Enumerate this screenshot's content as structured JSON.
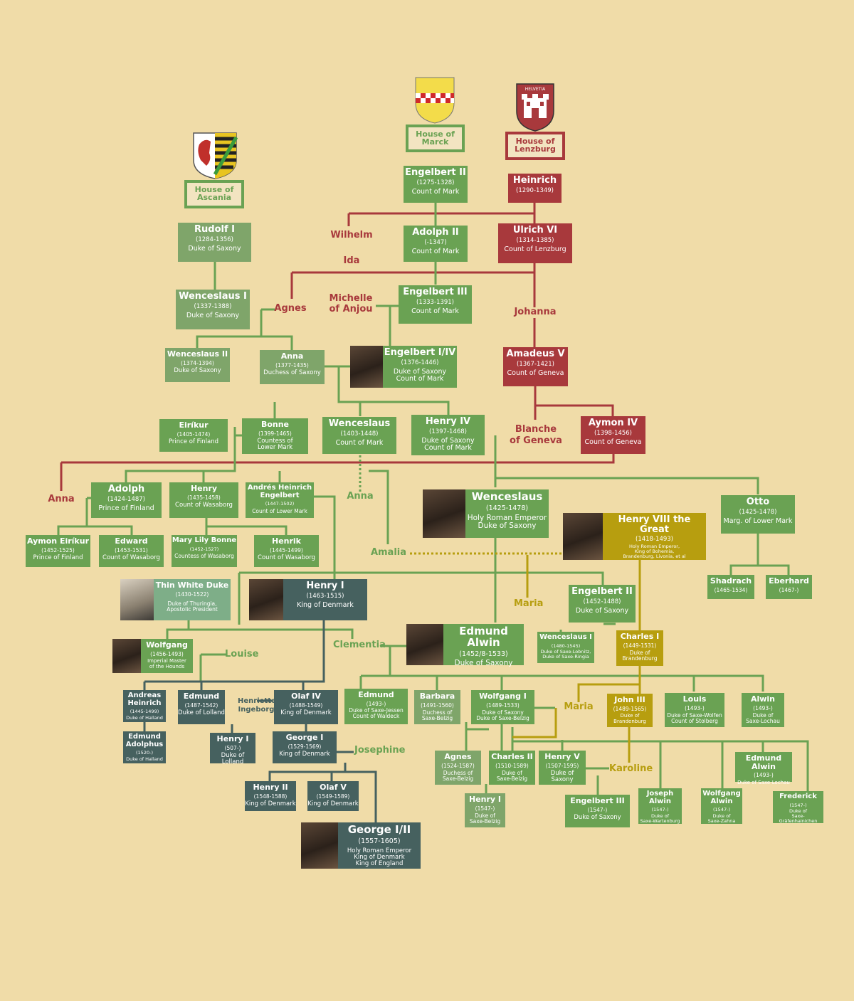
{
  "houses": {
    "ascania": "House of Ascania",
    "marck": "House of Marck",
    "lenzburg": "House of Lenzburg",
    "helvetia": "HELVETIA"
  },
  "people": {
    "engelbert2": {
      "name": "Engelbert II",
      "dates": "(1275-1328)",
      "title": "Count of Mark"
    },
    "heinrich": {
      "name": "Heinrich",
      "dates": "(1290-1349)",
      "title": ""
    },
    "rudolf1": {
      "name": "Rudolf I",
      "dates": "(1284-1356)",
      "title": "Duke of Saxony"
    },
    "adolph2": {
      "name": "Adolph II",
      "dates": "(-1347)",
      "title": "Count of Mark"
    },
    "ulrich6": {
      "name": "Ulrich VI",
      "dates": "(1314-1385)",
      "title": "Count of Lenzburg"
    },
    "wenceslaus1": {
      "name": "Wenceslaus I",
      "dates": "(1337-1388)",
      "title": "Duke of Saxony"
    },
    "engelbert3": {
      "name": "Engelbert III",
      "dates": "(1333-1391)",
      "title": "Count of Mark"
    },
    "wenceslaus2": {
      "name": "Wenceslaus II",
      "dates": "(1374-1394)",
      "title": "Duke of Saxony"
    },
    "anna1377": {
      "name": "Anna",
      "dates": "(1377-1435)",
      "title": "Duchess of Saxony"
    },
    "engelbert14": {
      "name": "Engelbert I/IV",
      "dates": "(1376-1446)",
      "title": "Duke of Saxony",
      "title2": "Count of Mark"
    },
    "amadeus5": {
      "name": "Amadeus V",
      "dates": "(1367-1421)",
      "title": "Count of Geneva"
    },
    "eirikur": {
      "name": "Eiríkur",
      "dates": "(1405-1474)",
      "title": "Prince of Finland"
    },
    "bonne": {
      "name": "Bonne",
      "dates": "(1399-1465)",
      "title": "Countess of",
      "title2": "Lower Mark"
    },
    "wenceslaus1403": {
      "name": "Wenceslaus",
      "dates": "(1403-1448)",
      "title": "Count of Mark"
    },
    "henry4": {
      "name": "Henry IV",
      "dates": "(1397-1468)",
      "title": "Duke of Saxony",
      "title2": "Count of Mark"
    },
    "aymon4": {
      "name": "Aymon IV",
      "dates": "(1398-1456)",
      "title": "Count of Geneva"
    },
    "adolph": {
      "name": "Adolph",
      "dates": "(1424-1487)",
      "title": "Prince of Finland"
    },
    "henry1435": {
      "name": "Henry",
      "dates": "(1435-1458)",
      "title": "Count of Wasaborg"
    },
    "andres": {
      "name": "Andrés Heinrich",
      "name2": "Engelbert",
      "dates": "(1447-1502)",
      "title": "Count of Lower Mark"
    },
    "wenceslaus1425": {
      "name": "Wenceslaus",
      "dates": "(1425-1478)",
      "title": "Holy Roman Emperor",
      "title2": "Duke of Saxony"
    },
    "otto": {
      "name": "Otto",
      "dates": "(1425-1478)",
      "title": "Marg. of Lower Mark"
    },
    "henry8": {
      "name": "Henry VIII the Great",
      "dates": "(1418-1493)",
      "title": "Holy Roman Emperor,",
      "title2": "King of Bohemia,",
      "title3": "Brandenburg, Livonia, et al"
    },
    "aymoneirikur": {
      "name": "Aymon Eiríkur",
      "dates": "(1452-1525)",
      "title": "Prince of Finland"
    },
    "edward": {
      "name": "Edward",
      "dates": "(1453-1531)",
      "title": "Count of Wasaborg"
    },
    "marylily": {
      "name": "Mary Lily Bonne",
      "dates": "(1452-1527)",
      "title": "Countess of Wasaborg"
    },
    "henrik": {
      "name": "Henrik",
      "dates": "(1445-1499)",
      "title": "Count of Wasaborg"
    },
    "shadrach": {
      "name": "Shadrach",
      "dates": "(1465-1534)"
    },
    "eberhard": {
      "name": "Eberhard",
      "dates": "(1467-)"
    },
    "thinwhite": {
      "name": "Thin White Duke",
      "dates": "(1430-1522)",
      "title": "Duke of Thuringia,",
      "title2": "Apostolic President"
    },
    "henry1": {
      "name": "Henry I",
      "dates": "(1463-1515)",
      "title": "King of Denmark"
    },
    "engelbert2b": {
      "name": "Engelbert II",
      "dates": "(1452-1488)",
      "title": "Duke of Saxony"
    },
    "edmundalwin": {
      "name": "Edmund Alwin",
      "dates": "(1452/8-1533)",
      "title": "Duke of Saxony"
    },
    "wenceslaus1b": {
      "name": "Wenceslaus I",
      "dates": "(1480-1545)",
      "title": "Duke of Saxe-Lobnitz,",
      "title2": "Duke of Saxe-Ringia"
    },
    "charles1": {
      "name": "Charles I",
      "dates": "(1449-1531)",
      "title": "Duke of",
      "title2": "Brandenburg"
    },
    "wolfgang": {
      "name": "Wolfgang",
      "dates": "(1456-1493)",
      "title": "Imperial Master",
      "title2": "of the Hounds"
    },
    "andresh": {
      "name": "Andreas",
      "name2": "Heinrich",
      "dates": "(1445-1499)",
      "title": "Duke of Halland"
    },
    "edmund1487": {
      "name": "Edmund",
      "dates": "(1487-1542)",
      "title": "Duke of Lolland"
    },
    "olaf4": {
      "name": "Olaf IV",
      "dates": "(1488-1549)",
      "title": "King of Denmark"
    },
    "edmund1493": {
      "name": "Edmund",
      "dates": "(1493-)",
      "title": "Duke of Saxe-Jessen",
      "title2": "Count of Waldeck"
    },
    "barbara": {
      "name": "Barbara",
      "dates": "(1491-1560)",
      "title": "Duchess of",
      "title2": "Saxe-Belzig"
    },
    "wolfgang1": {
      "name": "Wolfgang I",
      "dates": "(1489-1533)",
      "title": "Duke of Saxony",
      "title2": "Duke of Saxe-Belzig"
    },
    "john3": {
      "name": "John III",
      "dates": "(1489-1565)",
      "title": "Duke of",
      "title2": "Brandenburg"
    },
    "louis": {
      "name": "Louis",
      "dates": "(1493-)",
      "title": "Duke of Saxe-Wolfen",
      "title2": "Count of Stolberg"
    },
    "alwin": {
      "name": "Alwin",
      "dates": "(1493-)",
      "title": "Duke of",
      "title2": "Saxe-Lochau"
    },
    "edmundadolphus": {
      "name": "Edmund",
      "name2": "Adolphus",
      "dates": "(1520-)",
      "title": "Duke of Halland"
    },
    "henry507": {
      "name": "Henry I",
      "dates": "(507-)",
      "title": "Duke of Lolland"
    },
    "george1": {
      "name": "George I",
      "dates": "(1529-1569)",
      "title": "King of Denmark"
    },
    "agnes": {
      "name": "Agnes",
      "dates": "(1524-1587)",
      "title": "Duchess of",
      "title2": "Saxe-Belzig"
    },
    "charles2": {
      "name": "Charles II",
      "dates": "(1510-1589)",
      "title": "Duke of",
      "title2": "Saxe-Belzig"
    },
    "henry5": {
      "name": "Henry V",
      "dates": "(1507-1595)",
      "title": "Duke of Saxony"
    },
    "edmundalwin2": {
      "name": "Edmund Alwin",
      "dates": "(1493-)",
      "title": "Duke of Saxe-Lochau"
    },
    "henry1547": {
      "name": "Henry I",
      "dates": "(1547-)",
      "title": "Duke of",
      "title2": "Saxe-Belzig"
    },
    "engelbert3b": {
      "name": "Engelbert III",
      "dates": "(1547-)",
      "title": "Duke of Saxony"
    },
    "josephalwin": {
      "name": "Joseph",
      "name2": "Alwin",
      "dates": "(1547-)",
      "title": "Duke of",
      "title2": "Saxe-Wartenburg"
    },
    "wolfgangalwin": {
      "name": "Wolfgang",
      "name2": "Alwin",
      "dates": "(1547-)",
      "title": "Duke of",
      "title2": "Saxe-Zahna"
    },
    "frederick": {
      "name": "Frederick",
      "dates": "(1547-)",
      "title": "Duke of",
      "title2": "Saxe-Gräfenhainichen"
    },
    "henry2": {
      "name": "Henry II",
      "dates": "(1548-1588)",
      "title": "King of Denmark"
    },
    "olaf5": {
      "name": "Olaf V",
      "dates": "(1549-1589)",
      "title": "King of Denmark"
    },
    "george12": {
      "name": "George I/II",
      "dates": "(1557-1605)",
      "title": "Holy Roman Emperor",
      "title2": "King of Denmark",
      "title3": "King of England"
    }
  },
  "spouses": {
    "wilhelm": "Wilhelm",
    "ida": "Ida",
    "agnes": "Agnes",
    "michelle1": "Michelle",
    "michelle2": "of Anjou",
    "johanna": "Johanna",
    "blanche1": "Blanche",
    "blanche2": "of Geneva",
    "anna1": "Anna",
    "anna2": "Anna",
    "amalia": "Amalia",
    "maria1": "Maria",
    "louise": "Louise",
    "clementia": "Clementia",
    "henriette1": "Henriette",
    "henriette2": "Ingeborg",
    "maria2": "Maria",
    "josephine": "Josephine",
    "karoline": "Karoline"
  }
}
